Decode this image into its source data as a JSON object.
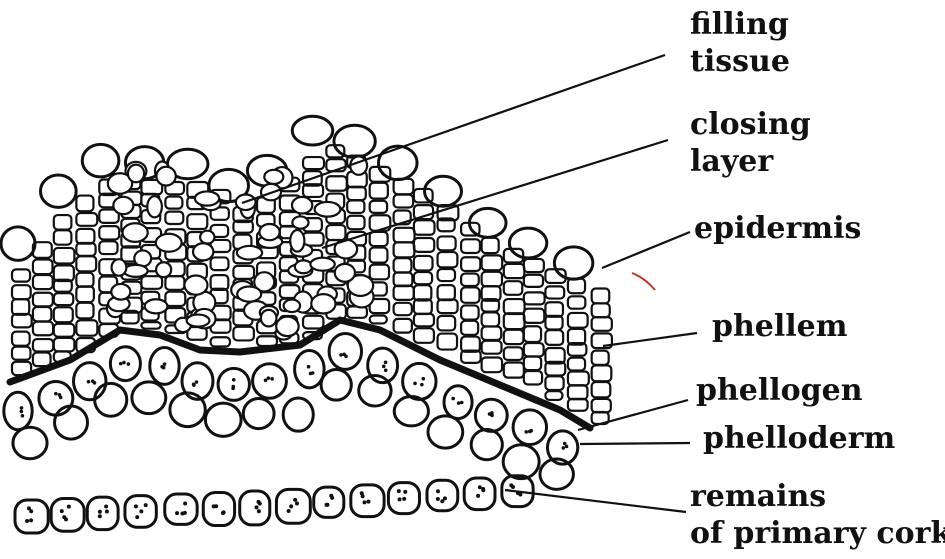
{
  "labels": {
    "filling_tissue": [
      "filling",
      "tissue"
    ],
    "closing_layer": [
      "closing",
      "layer"
    ],
    "epidermis": "epidermis",
    "phellem": "phellem",
    "phellogen": "phellogen",
    "phelloderm": "phelloderm",
    "remains_primary_cork": [
      "remains",
      "of primary cork"
    ]
  },
  "colors": {
    "ink": "#111111",
    "paper": "#ffffff",
    "accent_red": "#c0392b"
  }
}
